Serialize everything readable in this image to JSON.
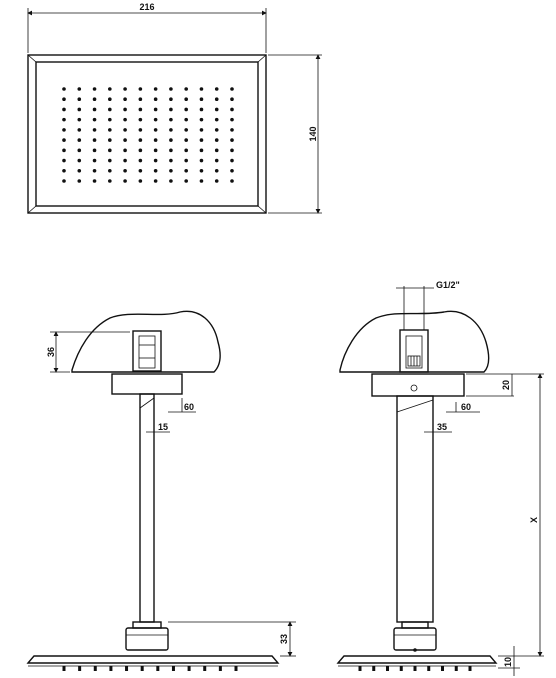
{
  "top_view": {
    "width_label": "216",
    "height_label": "140",
    "nozzle_rows": 10,
    "nozzle_cols": 12
  },
  "left_view": {
    "depth_label": "36",
    "flange_label": "60",
    "pipe_label": "15",
    "head_label": "33"
  },
  "right_view": {
    "thread_label": "G1/2\"",
    "flange_height_label": "20",
    "flange_label": "60",
    "pipe_label": "35",
    "length_label": "X",
    "head_label": "10"
  },
  "colors": {
    "line": "#111111",
    "background": "#ffffff"
  }
}
